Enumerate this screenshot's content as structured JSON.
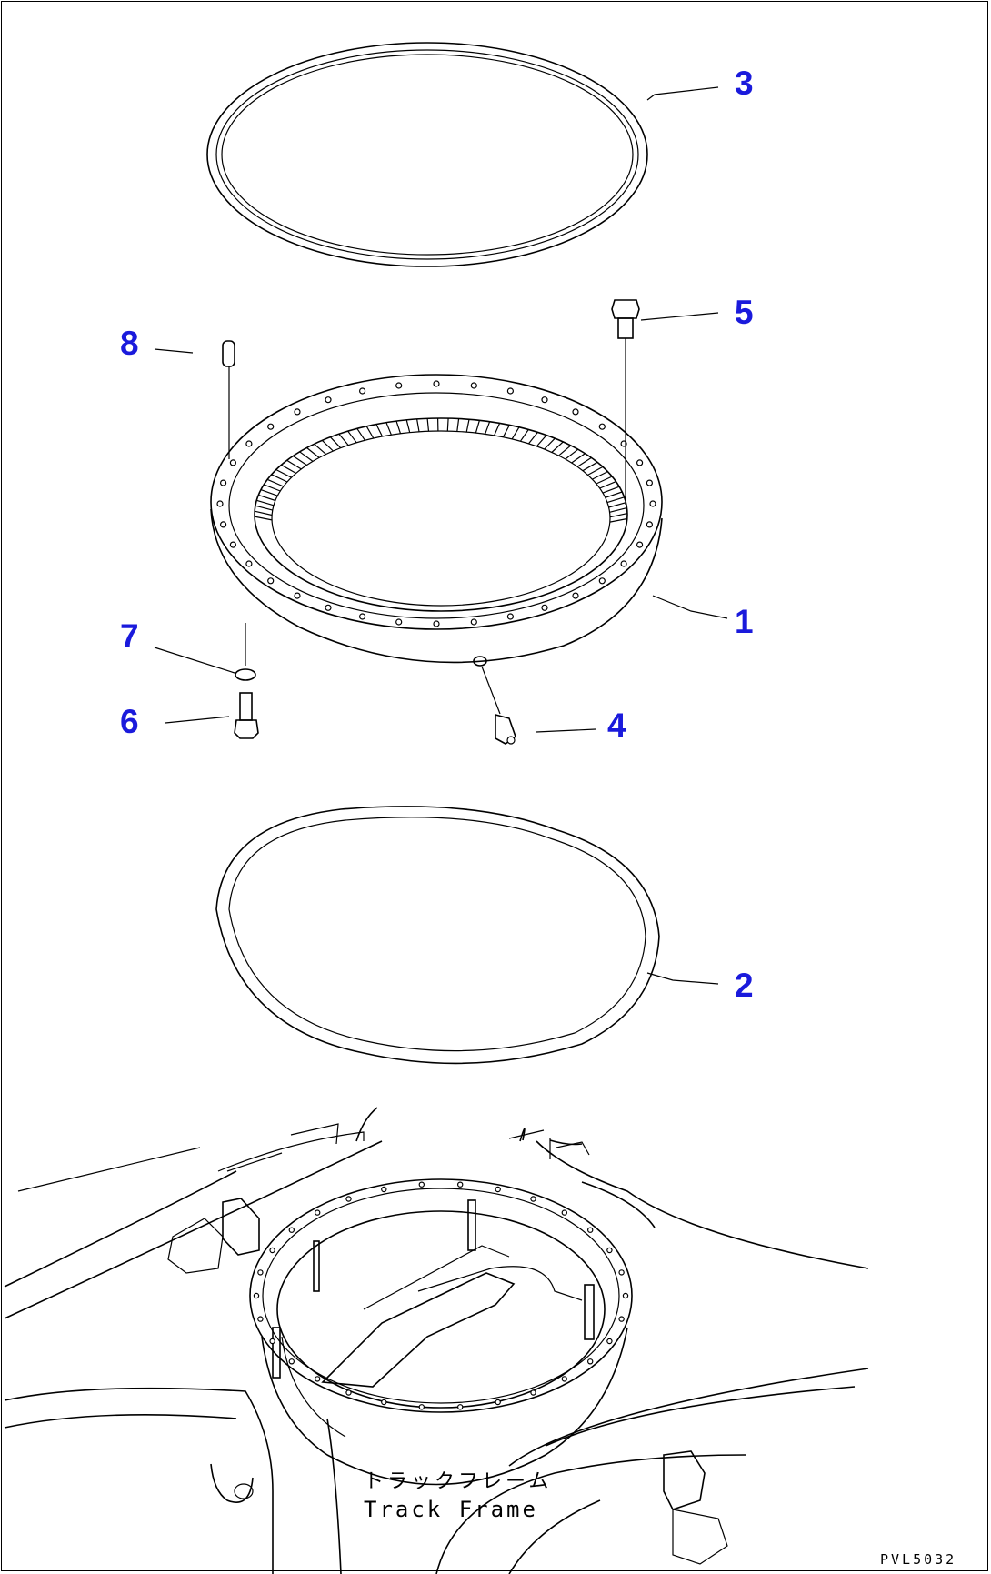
{
  "diagram": {
    "callouts": [
      {
        "id": "3",
        "label": "3"
      },
      {
        "id": "5",
        "label": "5"
      },
      {
        "id": "8",
        "label": "8"
      },
      {
        "id": "1",
        "label": "1"
      },
      {
        "id": "7",
        "label": "7"
      },
      {
        "id": "6",
        "label": "6"
      },
      {
        "id": "4",
        "label": "4"
      },
      {
        "id": "2",
        "label": "2"
      }
    ],
    "annotation_jp": "トラックフレーム",
    "annotation_en": "Track Frame",
    "drawing_id": "PVL5032",
    "callout_color": "#1a1adc",
    "line_color": "#000000"
  }
}
